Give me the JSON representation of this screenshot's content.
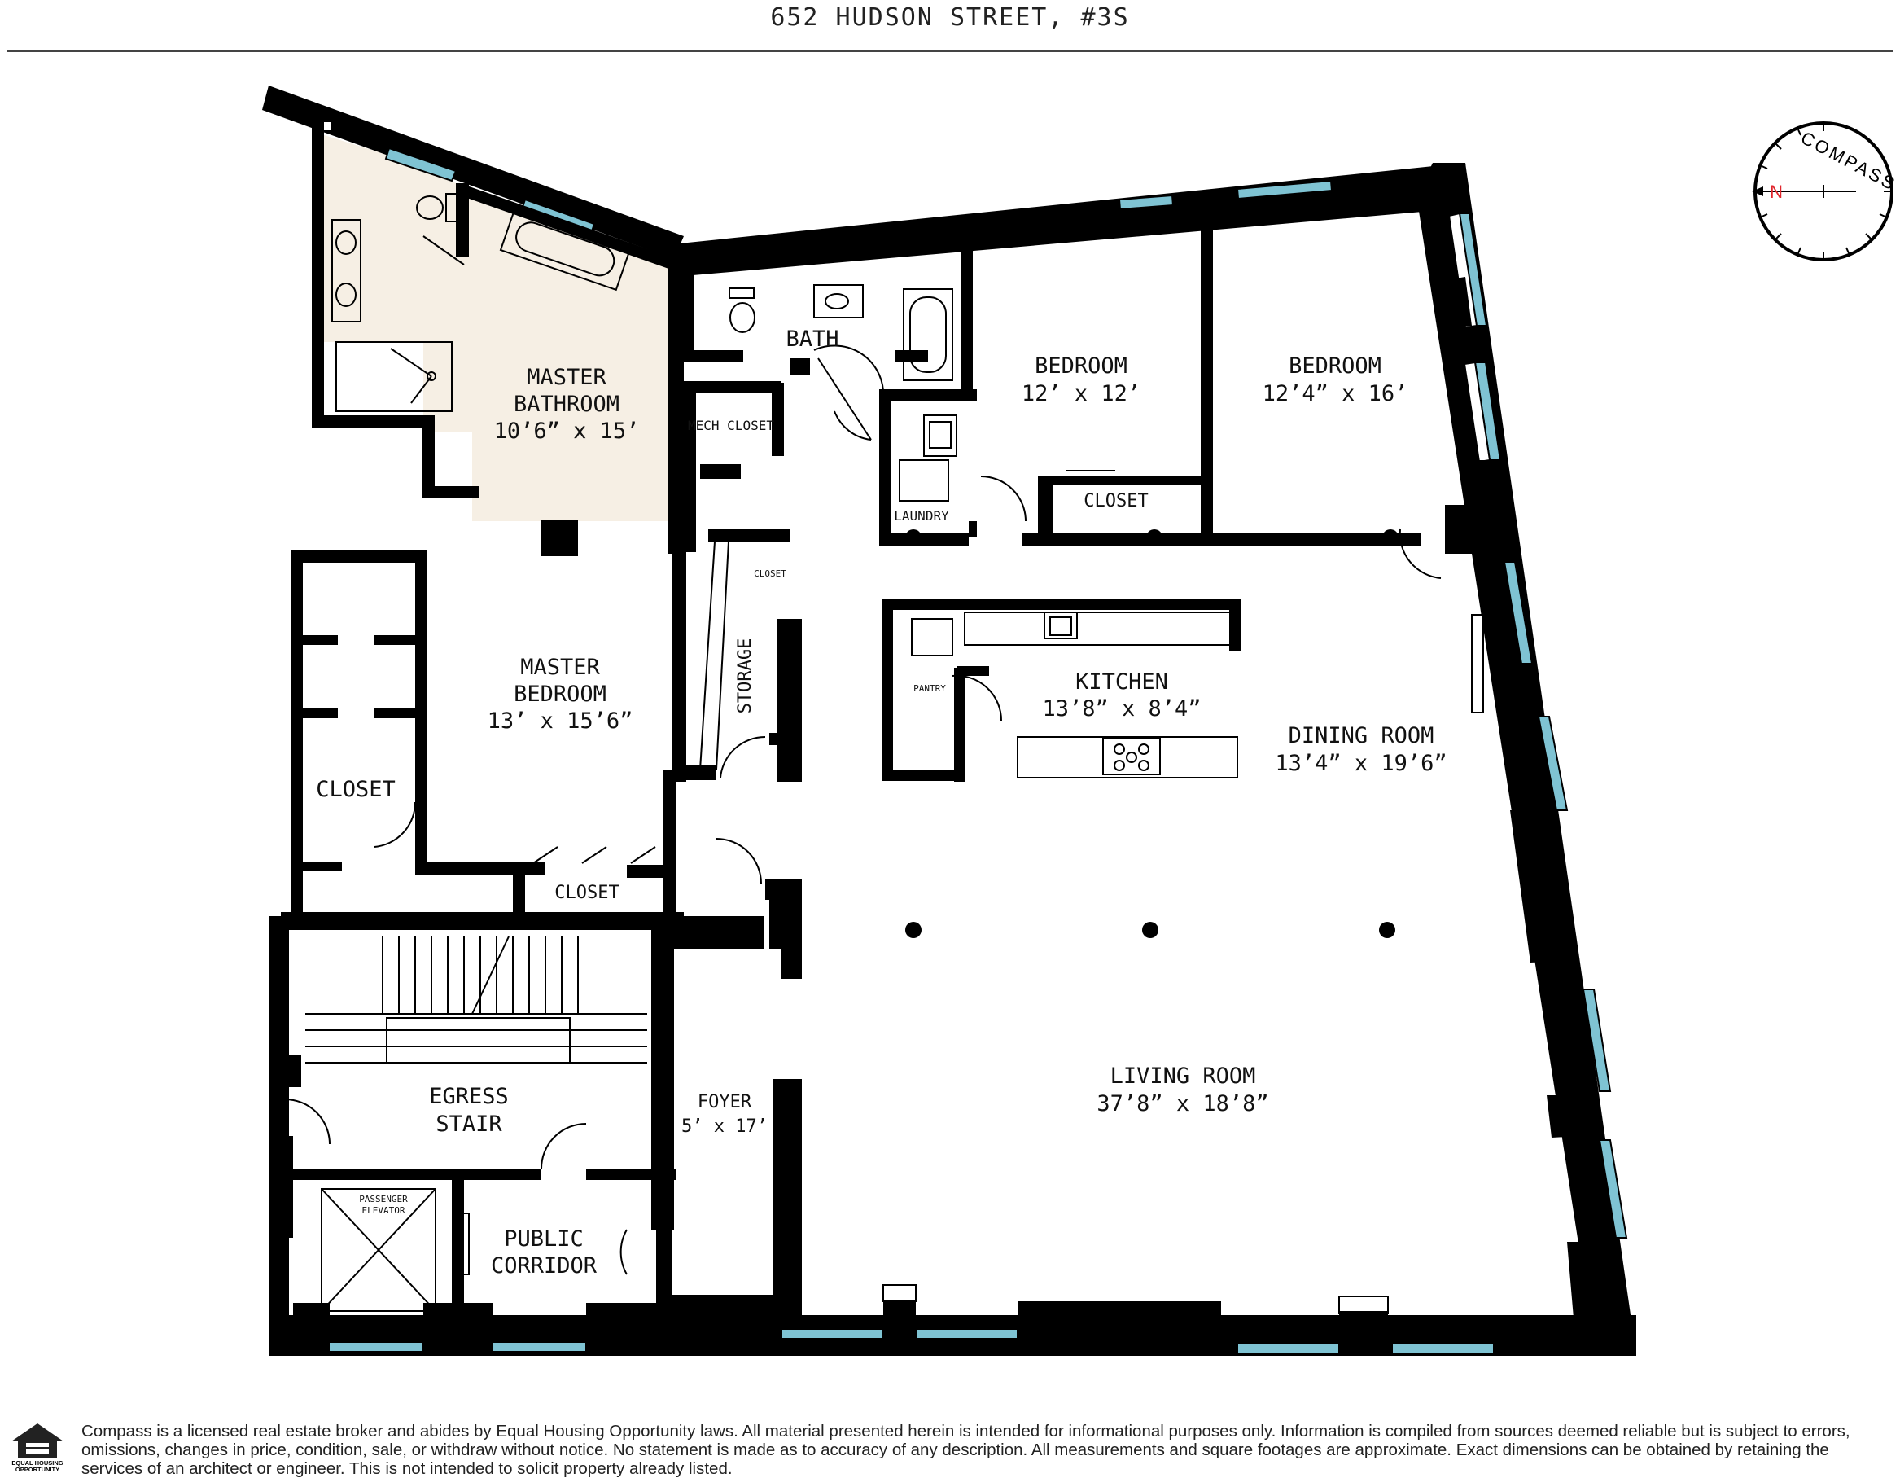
{
  "header": {
    "title": "652 HUDSON STREET, #3S"
  },
  "compass": {
    "label": "COMPASS",
    "north_letter": "N"
  },
  "rooms": {
    "master_bathroom": {
      "name_line1": "MASTER",
      "name_line2": "BATHROOM",
      "dims": "10’6” x 15’"
    },
    "bath": {
      "name": "BATH"
    },
    "mech_closet": {
      "name": "MECH CLOSET"
    },
    "laundry": {
      "name": "LAUNDRY"
    },
    "bedroom_1": {
      "name": "BEDROOM",
      "dims": "12’ x 12’"
    },
    "bedroom_2": {
      "name": "BEDROOM",
      "dims": "12’4” x 16’"
    },
    "bedroom_closet": {
      "name": "CLOSET"
    },
    "hall_closet": {
      "name": "CLOSET"
    },
    "storage": {
      "name": "STORAGE"
    },
    "pantry": {
      "name": "PANTRY"
    },
    "kitchen": {
      "name": "KITCHEN",
      "dims": "13’8” x 8’4”"
    },
    "dining_room": {
      "name": "DINING ROOM",
      "dims": "13’4” x 19’6”"
    },
    "master_bedroom": {
      "name_line1": "MASTER",
      "name_line2": "BEDROOM",
      "dims": "13’ x 15’6”"
    },
    "master_closet": {
      "name": "CLOSET"
    },
    "closet_lower": {
      "name": "CLOSET"
    },
    "living_room": {
      "name": "LIVING ROOM",
      "dims": "37’8” x 18’8”"
    },
    "foyer": {
      "name": "FOYER",
      "dims": "5’ x 17’"
    },
    "egress_stair": {
      "name_line1": "EGRESS",
      "name_line2": "STAIR"
    },
    "passenger_elevator": {
      "name_line1": "PASSENGER",
      "name_line2": "ELEVATOR"
    },
    "public_corridor": {
      "name_line1": "PUBLIC",
      "name_line2": "CORRIDOR"
    }
  },
  "footer": {
    "disclaimer": "Compass is a licensed real estate broker and abides by Equal Housing Opportunity laws. All material presented herein is intended for informational purposes only. Information is compiled from sources deemed reliable but is subject to errors, omissions, changes in price, condition, sale, or withdraw without notice. No statement is made as to accuracy of any description. All measurements and square footages are approximate. Exact dimensions can be obtained by retaining the services of an architect or engineer. This is not intended to solicit property already listed.",
    "logo_text_line1": "EQUAL HOUSING",
    "logo_text_line2": "OPPORTUNITY"
  },
  "colors": {
    "wall": "#000000",
    "window_glass": "#7fc3d3",
    "tile_floor": "#f6efe4",
    "text": "#111111"
  }
}
